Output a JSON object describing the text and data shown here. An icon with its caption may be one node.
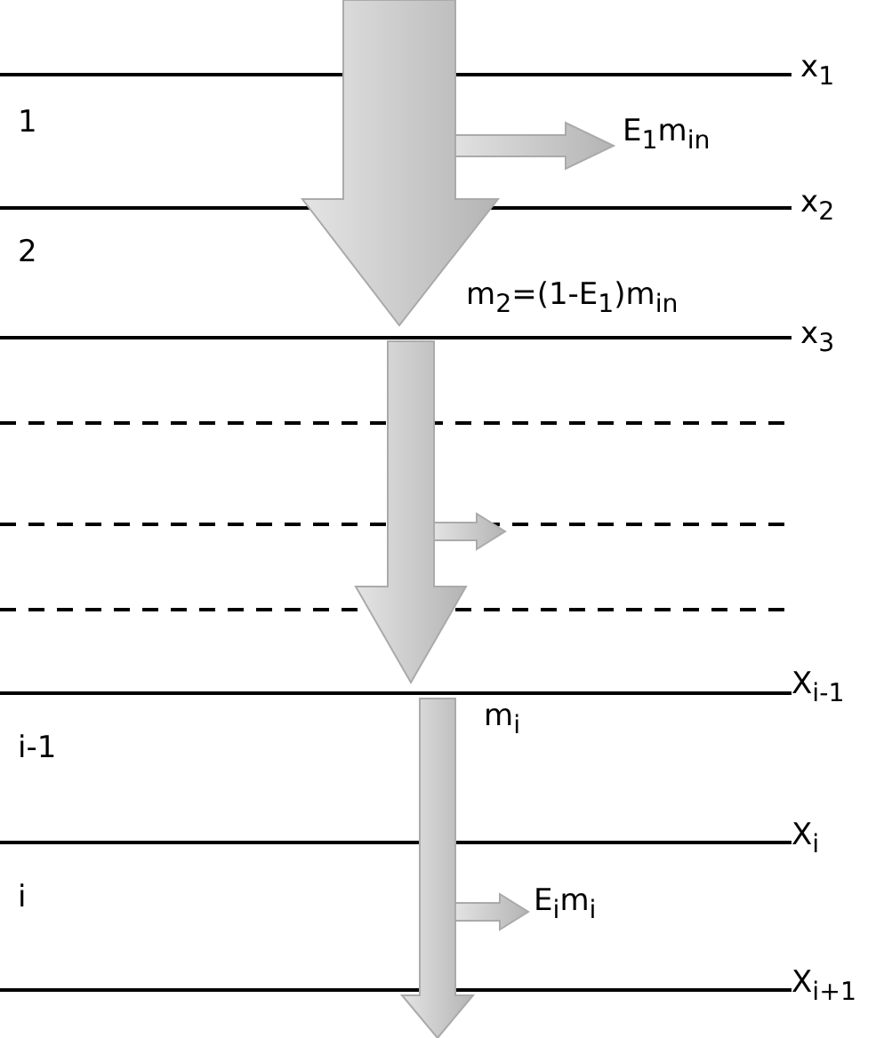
{
  "diagram": {
    "nodes": [
      {
        "text": [
          "1"
        ]
      },
      {
        "text": [
          "2"
        ]
      },
      {
        "text": [
          "i-1"
        ]
      },
      {
        "text": [
          "i"
        ]
      }
    ],
    "edges": [
      {
        "from": null,
        "to": 1,
        "arrow": "to"
      },
      {
        "from": 1,
        "to": 2,
        "arrow": "to"
      },
      {
        "from": 2,
        "to": null,
        "arrow": "to"
      }
    ],
    "labels": [
      "x$_{1}$",
      "E$_{1}$m$_{in}$",
      "x$_{2}$",
      "m$_{2}$=(1-E$_{1}$)m$_{in}$",
      "x$_{3}$",
      "m$_{i}$",
      "X$_{i-1}$",
      "X$_{i}$",
      "E$_{i}$m$_{i}$",
      "X$_{i+1}$"
    ]
  }
}
